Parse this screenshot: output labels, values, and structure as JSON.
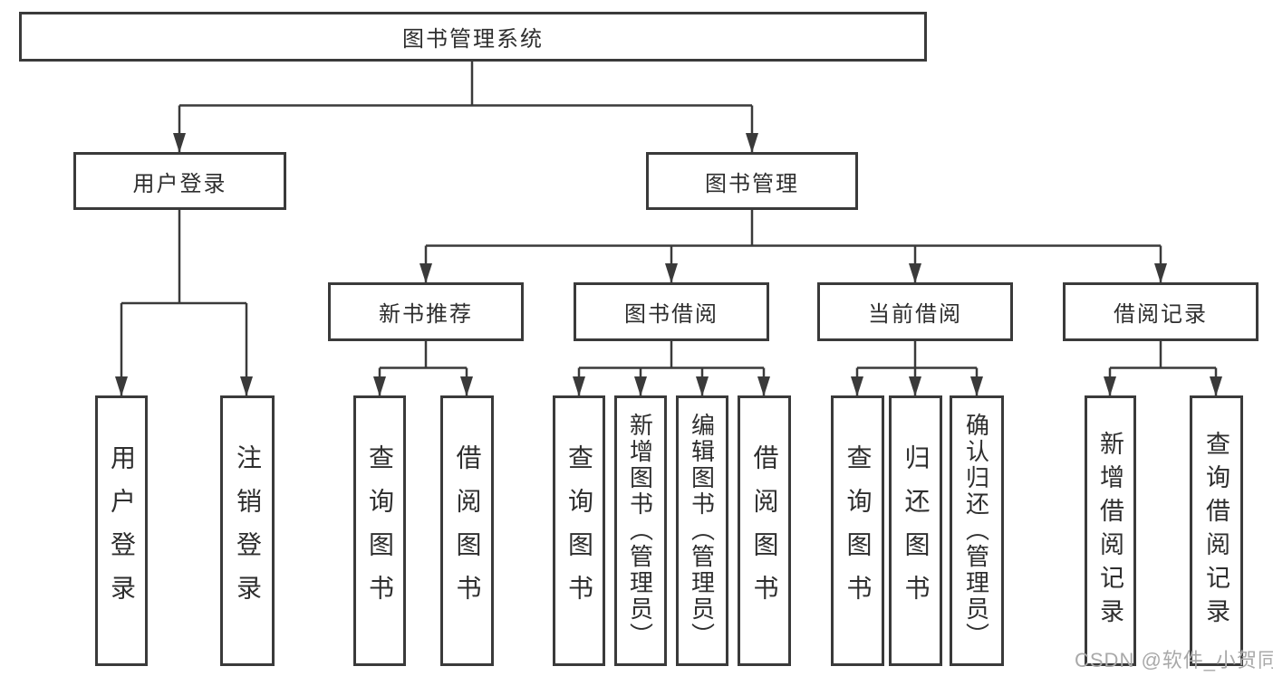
{
  "diagram_title": "图书管理系统",
  "tree": {
    "label": "图书管理系统",
    "children": [
      {
        "label": "用户登录",
        "children": [
          {
            "label": "用户登录"
          },
          {
            "label": "注销登录"
          }
        ]
      },
      {
        "label": "图书管理",
        "children": [
          {
            "label": "新书推荐",
            "children": [
              {
                "label": "查询图书"
              },
              {
                "label": "借阅图书"
              }
            ]
          },
          {
            "label": "图书借阅",
            "children": [
              {
                "label": "查询图书"
              },
              {
                "label": "新增图书（管理员）"
              },
              {
                "label": "编辑图书（管理员）"
              },
              {
                "label": "借阅图书"
              }
            ]
          },
          {
            "label": "当前借阅",
            "children": [
              {
                "label": "查询图书"
              },
              {
                "label": "归还图书"
              },
              {
                "label": "确认归还（管理员）"
              }
            ]
          },
          {
            "label": "借阅记录",
            "children": [
              {
                "label": "新增借阅记录"
              },
              {
                "label": "查询借阅记录"
              }
            ]
          }
        ]
      }
    ]
  },
  "watermark": {
    "text": "CSDN @软件_小贺同学"
  },
  "colors": {
    "line": "#3a3a3a",
    "box_border": "#3a3a3a",
    "text": "#2e2e2e",
    "watermark": "#a9a9a9",
    "background": "#ffffff"
  }
}
